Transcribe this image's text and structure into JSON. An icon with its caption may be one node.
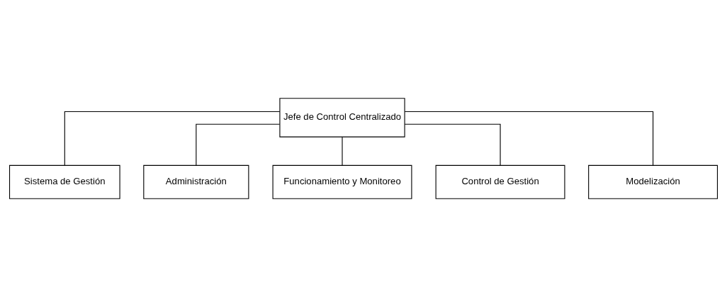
{
  "diagram": {
    "nodes": [
      {
        "text": [
          "Jefe de Control Centralizado"
        ]
      },
      {
        "text": [
          "Sistema de Gestión"
        ]
      },
      {
        "text": [
          "Administración"
        ]
      },
      {
        "text": [
          "Funcionamiento y Monitoreo"
        ]
      },
      {
        "text": [
          "Control de Gestión"
        ]
      },
      {
        "text": [
          "Modelización"
        ]
      }
    ],
    "edges": [
      {
        "from": 0,
        "to": 1,
        "arrow": "none"
      },
      {
        "from": 0,
        "to": 2,
        "arrow": "none"
      },
      {
        "from": 0,
        "to": 3,
        "arrow": "none"
      },
      {
        "from": 0,
        "to": 4,
        "arrow": "none"
      },
      {
        "from": 0,
        "to": 5,
        "arrow": "none"
      }
    ]
  }
}
